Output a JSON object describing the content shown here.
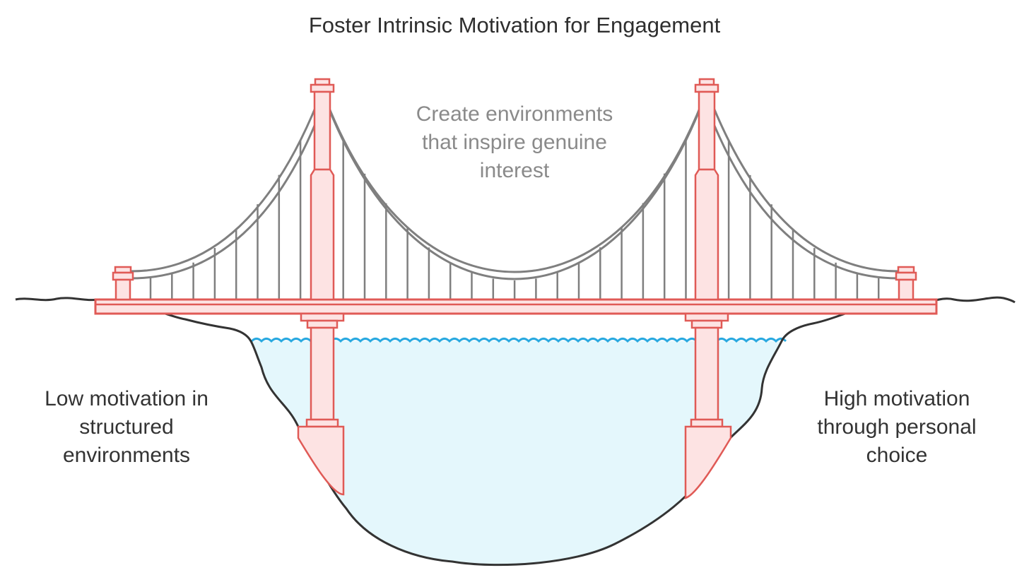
{
  "title": "Foster Intrinsic Motivation for Engagement",
  "center_label": [
    "Create environments",
    "that inspire genuine",
    "interest"
  ],
  "left_label": [
    "Low motivation in",
    "structured",
    "environments"
  ],
  "right_label": [
    "High motivation",
    "through personal",
    "choice"
  ],
  "colors": {
    "tower_stroke": "#e05a56",
    "tower_fill": "#fde3e3",
    "cable_stroke": "#7f7f7f",
    "water_line": "#29a9e0",
    "water_fill": "#e4f7fc",
    "ground_stroke": "#333333"
  }
}
